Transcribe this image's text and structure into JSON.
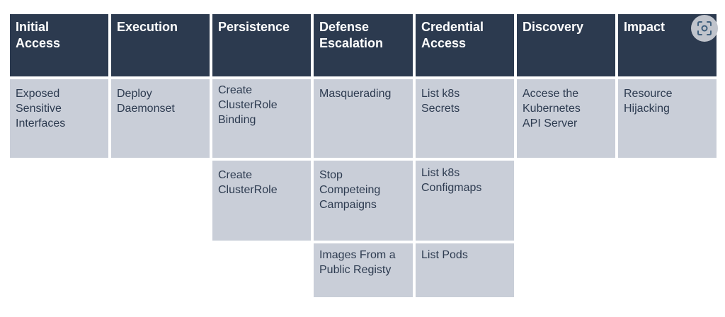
{
  "columns": [
    {
      "header": "Initial\nAccess",
      "cells": [
        "Exposed\nSensitive\nInterfaces"
      ]
    },
    {
      "header": "Execution",
      "cells": [
        "Deploy\nDaemonset"
      ]
    },
    {
      "header": "Persistence",
      "cells": [
        "Create\nClusterRole\nBinding",
        "Create\nClusterRole"
      ]
    },
    {
      "header": "Defense\nEscalation",
      "cells": [
        "Masquerading",
        "Stop\nCompeteing\nCampaigns",
        "Images From a\nPublic Registy"
      ]
    },
    {
      "header": "Credential\nAccess",
      "cells": [
        "List k8s\nSecrets",
        "List k8s\nConfigmaps",
        "List Pods"
      ]
    },
    {
      "header": "Discovery",
      "cells": [
        "Accese the\nKubernetes\nAPI Server"
      ]
    },
    {
      "header": "Impact",
      "cells": [
        "Resource\nHijacking"
      ]
    }
  ],
  "colors": {
    "header_bg": "#2c3a4f",
    "header_text": "#ffffff",
    "cell_bg": "#c9ced8",
    "cell_text": "#2d3b50"
  },
  "overlay": {
    "icon": "visual-search-icon"
  }
}
